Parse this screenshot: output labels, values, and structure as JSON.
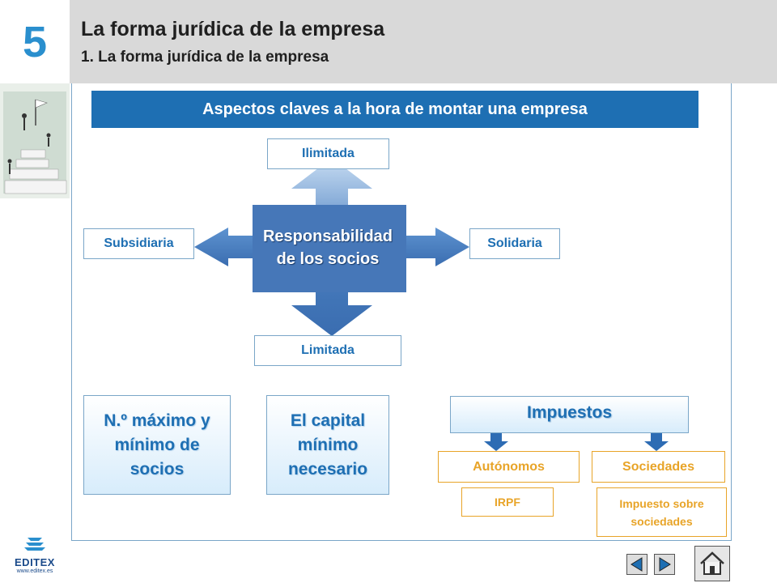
{
  "header": {
    "chapter": "5",
    "title": "La forma jurídica de la empresa",
    "subtitle": "1. La forma jurídica de la empresa"
  },
  "banner": "Aspectos claves a la hora de montar una empresa",
  "responsibility": {
    "center": [
      "Responsabilidad",
      "de los socios"
    ],
    "top": "Ilimitada",
    "bottom": "Limitada",
    "left": "Subsidiaria",
    "right": "Solidaria"
  },
  "socios_box": [
    "N.º máximo y",
    "mínimo de",
    "socios"
  ],
  "capital_box": [
    "El capital",
    "mínimo",
    "necesario"
  ],
  "taxes": {
    "title": "Impuestos",
    "autonomos": "Autónomos",
    "sociedades": "Sociedades",
    "irpf": "IRPF",
    "impuesto_sociedades": [
      "Impuesto sobre",
      "sociedades"
    ]
  },
  "logo": {
    "brand": "EDITEX",
    "url": "www.editex.es"
  },
  "colors": {
    "blue": "#1e6fb3",
    "orange": "#e8a428",
    "header_gray": "#d9d9d9"
  }
}
